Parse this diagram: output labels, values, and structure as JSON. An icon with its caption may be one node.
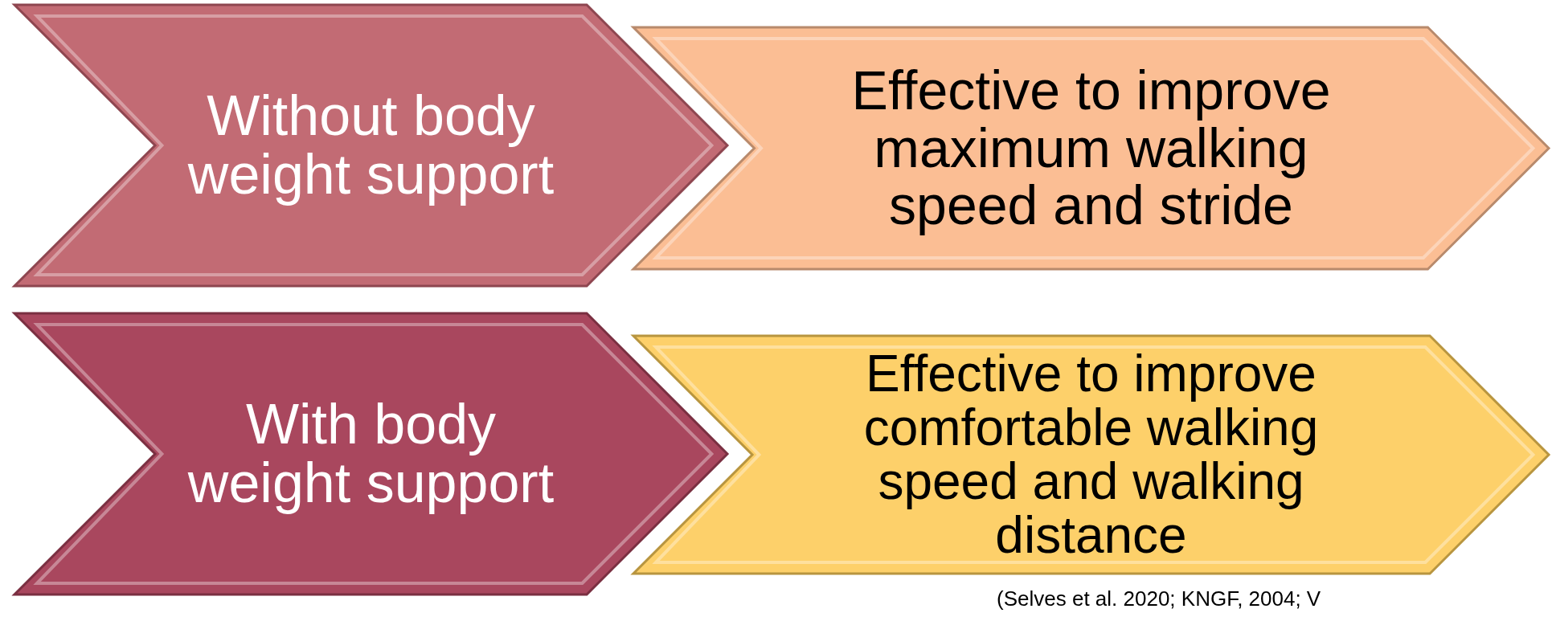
{
  "diagram": {
    "nodes": [
      {
        "text": [
          "Without body weight support"
        ]
      },
      {
        "text": [
          "Effective to improve maximum walking speed and stride"
        ]
      },
      {
        "text": [
          "With body weight support"
        ]
      },
      {
        "text": [
          "Effective to improve comfortable walking speed and walking distance"
        ]
      }
    ],
    "labels": [
      "(Selves et al. 2020; KNGF, 2004; V"
    ]
  }
}
